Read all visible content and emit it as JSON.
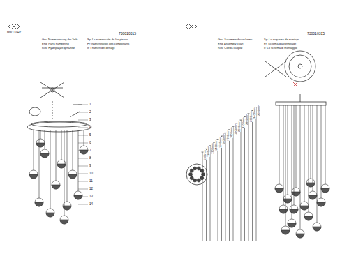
{
  "diagram": {
    "labels": [
      "MW-LIGHT",
      "730010315",
      "730010315",
      "Ger: Nummerierung der Teile",
      "Eng: Parts numbering",
      "Rus: Нумерация деталей",
      "Sp: La numeración de las piezas",
      "Fr: Numérotation des composants",
      "It: I numeri dei dettagli",
      "Ger: Zusammenbauschema",
      "Eng: Assembly chart",
      "Rus: Схема сборки",
      "Sp: La esquema de montaje",
      "Fr: Schéma d'assemblage",
      "It: Lo schema di montaggio",
      "1",
      "2",
      "3",
      "4",
      "5",
      "6",
      "7",
      "8",
      "9",
      "10",
      "11",
      "12",
      "13",
      "14",
      "1100mm",
      "1200mm",
      "1300mm",
      "1400mm",
      "1500mm",
      "1600mm",
      "1700mm",
      "1800mm",
      "1900mm",
      "2000mm",
      "2100mm",
      "2200mm",
      "2300mm",
      "2400mm",
      "2500mm"
    ]
  }
}
